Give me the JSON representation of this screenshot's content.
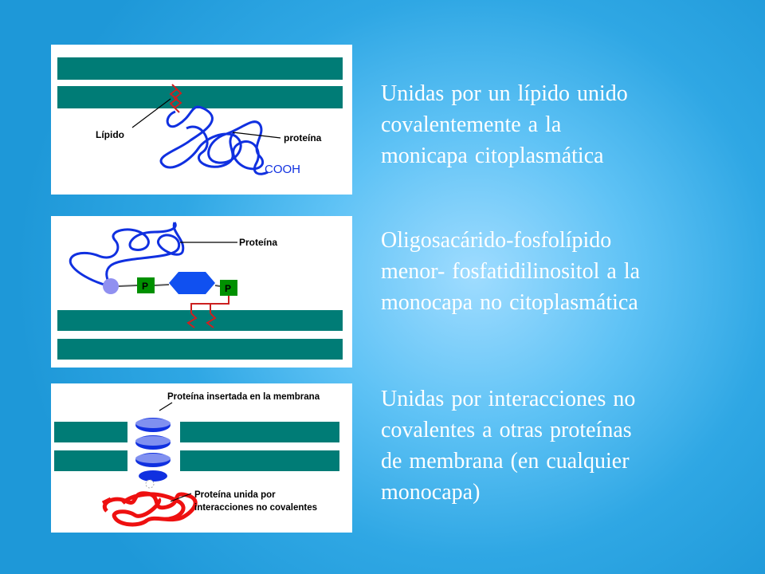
{
  "panels": [
    {
      "labels": {
        "lipid": "Lípido",
        "protein": "proteína",
        "terminus": "COOH"
      },
      "caption": "Unidas por un lípido unido\ncovalentemente a  la\nmonicapa citoplasmática"
    },
    {
      "labels": {
        "protein": "Proteína",
        "phosphate1": "P",
        "phosphate2": "P"
      },
      "caption": "Oligosacárido-fosfolípido\nmenor- fosfatidilinositol a la\nmonocapa no citoplasmática"
    },
    {
      "labels": {
        "inserted_protein": "Proteína insertada en la membrana",
        "bound_protein_line1": "Proteína unida por",
        "bound_protein_line2": "interacciones no covalentes"
      },
      "caption": "Unidas por interacciones no\ncovalentes a otras proteínas\nde membrana (en cualquier\nmonocapa)"
    }
  ],
  "colors": {
    "membrane": "#007c76",
    "protein_blue": "#1030e0",
    "lipid_red": "#cc2020",
    "phosphate_green": "#009000",
    "protein_red": "#ee1010"
  }
}
